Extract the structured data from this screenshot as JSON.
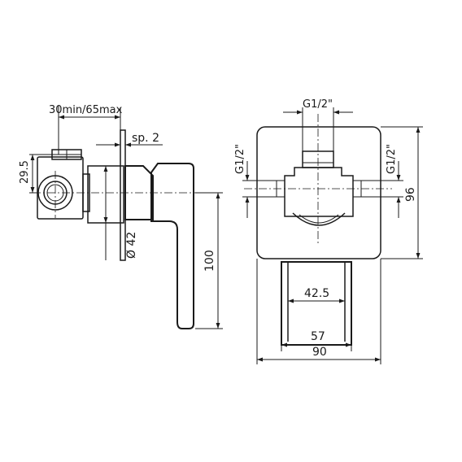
{
  "side_view": {
    "labels": {
      "wall_depth": "30min/65max",
      "plate_thickness": "sp. 2",
      "inlet_offset": "29.5",
      "body_diameter": "Ø 42",
      "lever_length": "100"
    }
  },
  "front_view": {
    "labels": {
      "top_inlet": "G1/2\"",
      "left_inlet": "G1/2\"",
      "right_inlet": "G1/2\"",
      "plate_height": "96",
      "lever_width": "42.5",
      "body_width": "57",
      "plate_width": "90"
    }
  }
}
